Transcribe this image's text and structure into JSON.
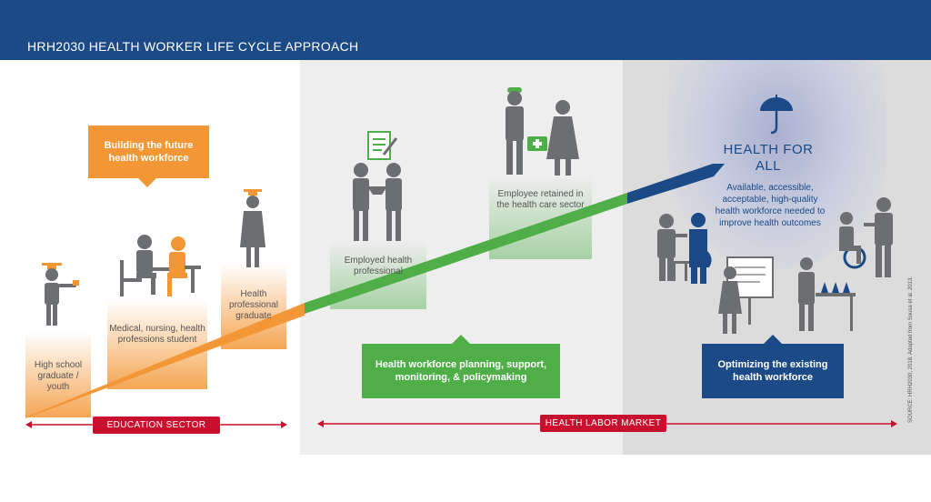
{
  "header": {
    "title": "HRH2030 HEALTH WORKER LIFE CYCLE APPROACH"
  },
  "stages": {
    "high_school": "High school graduate / youth",
    "student": "Medical, nursing, health professions student",
    "graduate": "Health professional graduate",
    "employed": "Employed health professional",
    "retained": "Employee retained in the health care sector"
  },
  "callouts": {
    "future": "Building the future health workforce",
    "planning": "Health workforce planning, support, monitoring, & policymaking",
    "optimizing": "Optimizing the existing health workforce"
  },
  "goal": {
    "title": "HEALTH FOR ALL",
    "description": "Available, accessible, acceptable, high-quality health workforce needed to improve health outcomes"
  },
  "ranges": {
    "education": "EDUCATION SECTOR",
    "labor": "HEALTH LABOR MARKET"
  },
  "source": "SOURCE: HRH2030, 2018. Adapted from Sousa et al. 2013.",
  "colors": {
    "navy": "#1b4a86",
    "orange": "#f39635",
    "green": "#4fae48",
    "red": "#c8102e",
    "figure_gray": "#6d6e71"
  },
  "icons": [
    "graduate-icon",
    "students-icon",
    "handshake-icon",
    "contract-icon",
    "health-workers-icon",
    "first-aid-kit-icon",
    "umbrella-icon",
    "doctor-patient-icon",
    "wheelchair-icon",
    "teacher-icon",
    "lab-worker-icon"
  ]
}
